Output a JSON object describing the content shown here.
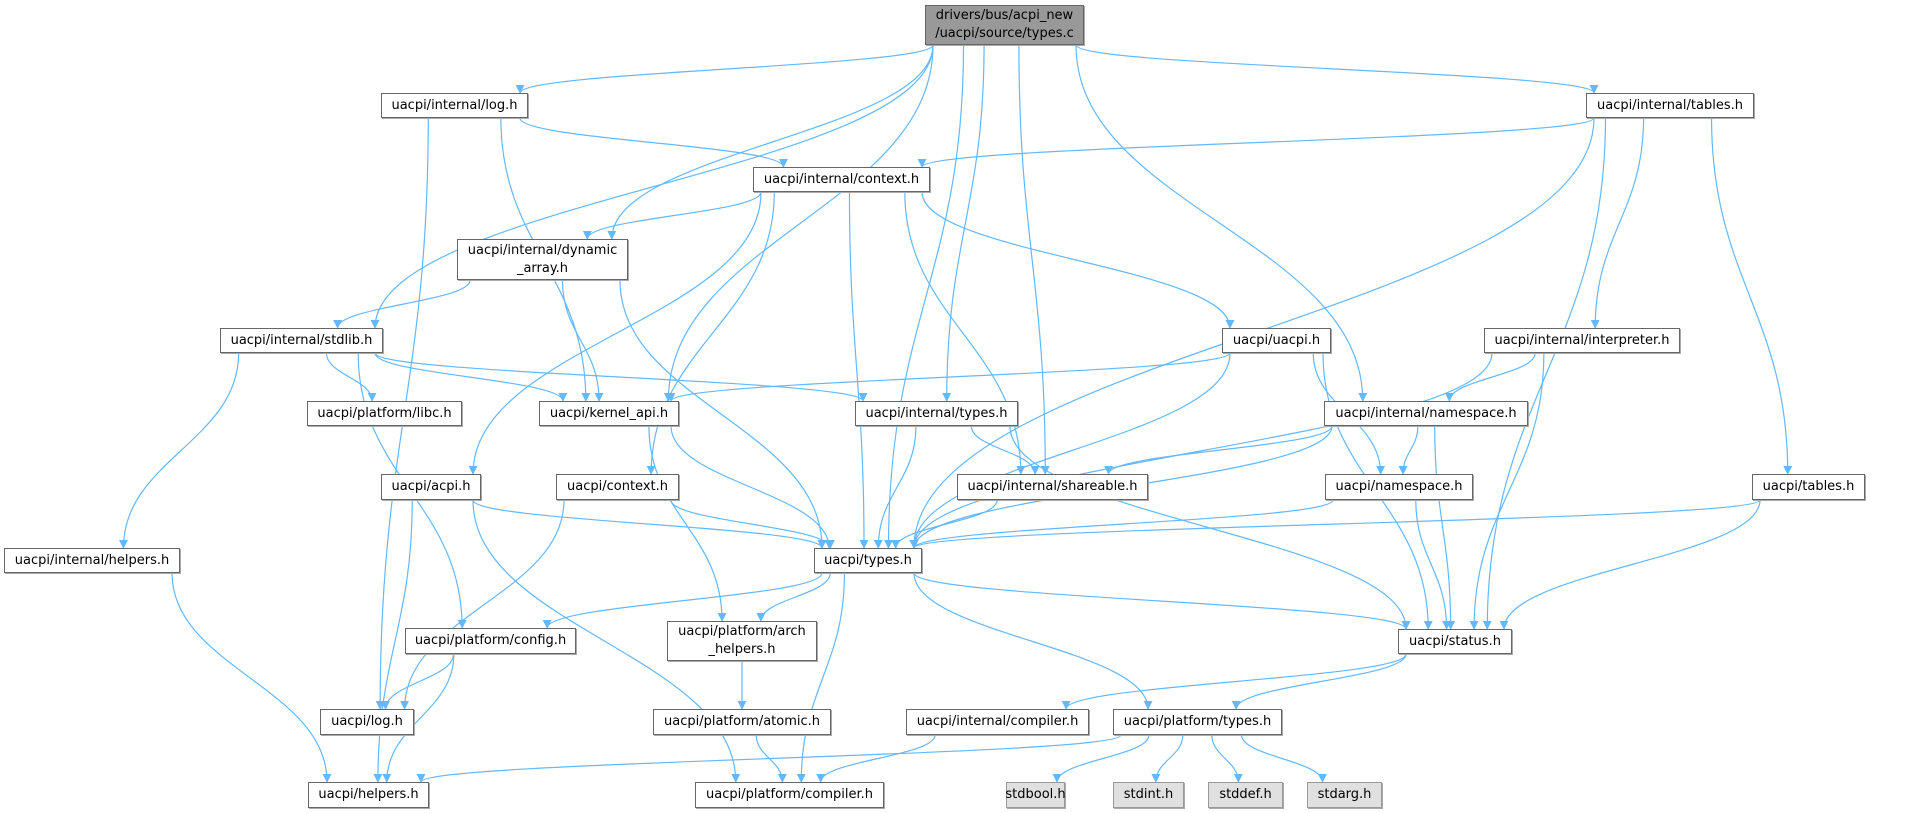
{
  "colors": {
    "edge": "#63b8ff",
    "root_fill": "#999999",
    "system_fill": "#e0e0e0",
    "node_border": "#666666"
  },
  "nodes": [
    {
      "id": "root",
      "label": "drivers/bus/acpi_new\n/uacpi/source/types.c"
    },
    {
      "id": "ilog",
      "label": "uacpi/internal/log.h"
    },
    {
      "id": "itables",
      "label": "uacpi/internal/tables.h"
    },
    {
      "id": "ictx",
      "label": "uacpi/internal/context.h"
    },
    {
      "id": "idyn",
      "label": "uacpi/internal/dynamic\n_array.h"
    },
    {
      "id": "istdlib",
      "label": "uacpi/internal/stdlib.h"
    },
    {
      "id": "libc",
      "label": "uacpi/platform/libc.h"
    },
    {
      "id": "kapi",
      "label": "uacpi/kernel_api.h"
    },
    {
      "id": "itypes",
      "label": "uacpi/internal/types.h"
    },
    {
      "id": "uacpi",
      "label": "uacpi/uacpi.h"
    },
    {
      "id": "interp",
      "label": "uacpi/internal/interpreter.h"
    },
    {
      "id": "ins",
      "label": "uacpi/internal/namespace.h"
    },
    {
      "id": "acpi",
      "label": "uacpi/acpi.h"
    },
    {
      "id": "ctx",
      "label": "uacpi/context.h"
    },
    {
      "id": "share",
      "label": "uacpi/internal/shareable.h"
    },
    {
      "id": "ns",
      "label": "uacpi/namespace.h"
    },
    {
      "id": "tables",
      "label": "uacpi/tables.h"
    },
    {
      "id": "ihelp",
      "label": "uacpi/internal/helpers.h"
    },
    {
      "id": "types",
      "label": "uacpi/types.h"
    },
    {
      "id": "status",
      "label": "uacpi/status.h"
    },
    {
      "id": "config",
      "label": "uacpi/platform/config.h"
    },
    {
      "id": "arch",
      "label": "uacpi/platform/arch\n_helpers.h"
    },
    {
      "id": "log",
      "label": "uacpi/log.h"
    },
    {
      "id": "atomic",
      "label": "uacpi/platform/atomic.h"
    },
    {
      "id": "icomp",
      "label": "uacpi/internal/compiler.h"
    },
    {
      "id": "ptypes",
      "label": "uacpi/platform/types.h"
    },
    {
      "id": "helpers",
      "label": "uacpi/helpers.h"
    },
    {
      "id": "pcomp",
      "label": "uacpi/platform/compiler.h"
    },
    {
      "id": "stdbool",
      "label": "stdbool.h"
    },
    {
      "id": "stdint",
      "label": "stdint.h"
    },
    {
      "id": "stddef",
      "label": "stddef.h"
    },
    {
      "id": "stdarg",
      "label": "stdarg.h"
    }
  ],
  "edges": [
    [
      "root",
      "ilog"
    ],
    [
      "root",
      "istdlib"
    ],
    [
      "root",
      "idyn"
    ],
    [
      "root",
      "kapi"
    ],
    [
      "root",
      "itypes"
    ],
    [
      "root",
      "share"
    ],
    [
      "root",
      "types"
    ],
    [
      "root",
      "ins"
    ],
    [
      "root",
      "itables"
    ],
    [
      "ilog",
      "ictx"
    ],
    [
      "ilog",
      "kapi"
    ],
    [
      "ilog",
      "log"
    ],
    [
      "itables",
      "ictx"
    ],
    [
      "itables",
      "interp"
    ],
    [
      "itables",
      "types"
    ],
    [
      "itables",
      "tables"
    ],
    [
      "itables",
      "status"
    ],
    [
      "ictx",
      "idyn"
    ],
    [
      "ictx",
      "acpi"
    ],
    [
      "ictx",
      "ctx"
    ],
    [
      "ictx",
      "types"
    ],
    [
      "ictx",
      "share"
    ],
    [
      "ictx",
      "uacpi"
    ],
    [
      "idyn",
      "istdlib"
    ],
    [
      "idyn",
      "kapi"
    ],
    [
      "idyn",
      "types"
    ],
    [
      "istdlib",
      "ihelp"
    ],
    [
      "istdlib",
      "config"
    ],
    [
      "istdlib",
      "libc"
    ],
    [
      "istdlib",
      "kapi"
    ],
    [
      "istdlib",
      "itypes"
    ],
    [
      "uacpi",
      "kapi"
    ],
    [
      "uacpi",
      "types"
    ],
    [
      "uacpi",
      "ns"
    ],
    [
      "uacpi",
      "status"
    ],
    [
      "interp",
      "ins"
    ],
    [
      "interp",
      "types"
    ],
    [
      "interp",
      "status"
    ],
    [
      "kapi",
      "arch"
    ],
    [
      "kapi",
      "types"
    ],
    [
      "itypes",
      "types"
    ],
    [
      "itypes",
      "share"
    ],
    [
      "itypes",
      "status"
    ],
    [
      "ins",
      "share"
    ],
    [
      "ins",
      "types"
    ],
    [
      "ins",
      "ns"
    ],
    [
      "ins",
      "status"
    ],
    [
      "acpi",
      "types"
    ],
    [
      "acpi",
      "helpers"
    ],
    [
      "acpi",
      "pcomp"
    ],
    [
      "ctx",
      "types"
    ],
    [
      "ctx",
      "log"
    ],
    [
      "share",
      "types"
    ],
    [
      "ns",
      "types"
    ],
    [
      "ns",
      "status"
    ],
    [
      "tables",
      "types"
    ],
    [
      "tables",
      "status"
    ],
    [
      "ihelp",
      "helpers"
    ],
    [
      "types",
      "config"
    ],
    [
      "types",
      "arch"
    ],
    [
      "types",
      "pcomp"
    ],
    [
      "types",
      "ptypes"
    ],
    [
      "types",
      "status"
    ],
    [
      "status",
      "icomp"
    ],
    [
      "status",
      "ptypes"
    ],
    [
      "config",
      "log"
    ],
    [
      "config",
      "helpers"
    ],
    [
      "arch",
      "atomic"
    ],
    [
      "atomic",
      "pcomp"
    ],
    [
      "icomp",
      "pcomp"
    ],
    [
      "ptypes",
      "helpers"
    ],
    [
      "ptypes",
      "stdbool"
    ],
    [
      "ptypes",
      "stdint"
    ],
    [
      "ptypes",
      "stddef"
    ],
    [
      "ptypes",
      "stdarg"
    ]
  ]
}
